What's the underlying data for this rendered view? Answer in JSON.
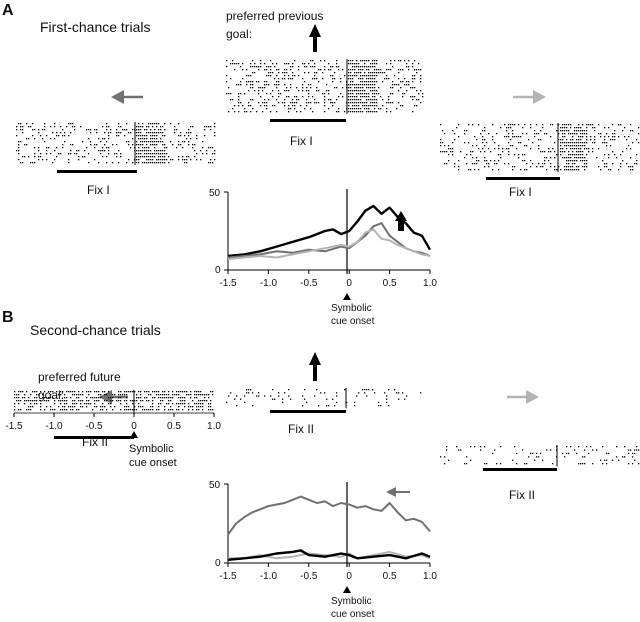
{
  "panel_a": {
    "letter": "A",
    "title": "First-chance trials",
    "center_goal_label": [
      "preferred previous",
      "goal:"
    ],
    "fix_labels": [
      "Fix I",
      "Fix I",
      "Fix I"
    ],
    "psth": {
      "ytick_top": "50",
      "ytick_bottom": "0",
      "xticks": [
        "-1.5",
        "-1.0",
        "-0.5",
        "0",
        "0.5",
        "1.0"
      ],
      "cue_label": [
        "Symbolic",
        "cue onset"
      ]
    }
  },
  "panel_b": {
    "letter": "B",
    "title": "Second-chance trials",
    "left_goal_label": [
      "preferred future",
      "goal:"
    ],
    "fix_labels": [
      "Fix II",
      "Fix II",
      "Fix II"
    ],
    "left_axis": {
      "xticks": [
        "-1.5",
        "-1.0",
        "-0.5",
        "0",
        "0.5",
        "1.0"
      ],
      "cue_label": [
        "Symbolic",
        "cue onset"
      ]
    },
    "psth": {
      "ytick_top": "50",
      "ytick_bottom": "0",
      "xticks": [
        "-1.5",
        "-1.0",
        "-0.5",
        "0",
        "0.5",
        "1.0"
      ],
      "cue_label": [
        "Symbolic",
        "cue onset"
      ]
    }
  },
  "colors": {
    "up": "#000000",
    "left": "#707070",
    "right": "#b4b4b4"
  },
  "icons": [
    "arrow-up-icon",
    "arrow-left-icon",
    "arrow-right-icon",
    "cue-triangle-icon"
  ],
  "chart_data": [
    {
      "type": "line",
      "title": "",
      "xlabel": "",
      "ylabel": "",
      "xlim": [
        -1.5,
        1.0
      ],
      "ylim": [
        0,
        50
      ],
      "series": [
        {
          "color": "#000000",
          "x": [
            -1.5,
            -1.3,
            -1.1,
            -0.9,
            -0.7,
            -0.5,
            -0.3,
            -0.2,
            -0.1,
            0.0,
            0.1,
            0.2,
            0.3,
            0.4,
            0.5,
            0.6,
            0.7,
            0.8,
            0.9,
            1.0
          ],
          "y": [
            9,
            10,
            12,
            15,
            18,
            21,
            25,
            26,
            23,
            25,
            31,
            38,
            41,
            36,
            40,
            34,
            30,
            24,
            22,
            13
          ]
        },
        {
          "color": "#707070",
          "x": [
            -1.5,
            -1.3,
            -1.1,
            -0.9,
            -0.7,
            -0.5,
            -0.3,
            -0.1,
            0.0,
            0.1,
            0.2,
            0.3,
            0.4,
            0.5,
            0.6,
            0.7,
            0.8,
            0.9,
            1.0
          ],
          "y": [
            8,
            9,
            10,
            12,
            11,
            13,
            12,
            15,
            14,
            18,
            22,
            28,
            30,
            22,
            18,
            14,
            12,
            11,
            9
          ]
        },
        {
          "color": "#b4b4b4",
          "x": [
            -1.5,
            -1.3,
            -1.1,
            -0.9,
            -0.7,
            -0.5,
            -0.3,
            -0.1,
            0.0,
            0.1,
            0.2,
            0.3,
            0.4,
            0.5,
            0.6,
            0.7,
            0.8,
            0.9,
            1.0
          ],
          "y": [
            7,
            8,
            9,
            8,
            10,
            12,
            14,
            16,
            15,
            18,
            24,
            26,
            20,
            19,
            16,
            14,
            12,
            10,
            9
          ]
        }
      ]
    },
    {
      "type": "line",
      "title": "",
      "xlabel": "",
      "ylabel": "",
      "xlim": [
        -1.5,
        1.0
      ],
      "ylim": [
        0,
        50
      ],
      "series": [
        {
          "color": "#707070",
          "x": [
            -1.5,
            -1.4,
            -1.3,
            -1.2,
            -1.1,
            -1.0,
            -0.9,
            -0.8,
            -0.7,
            -0.6,
            -0.5,
            -0.4,
            -0.3,
            -0.2,
            -0.1,
            0.0,
            0.1,
            0.2,
            0.3,
            0.4,
            0.5,
            0.6,
            0.7,
            0.8,
            0.9,
            1.0
          ],
          "y": [
            18,
            25,
            29,
            32,
            34,
            36,
            37,
            38,
            40,
            42,
            40,
            38,
            39,
            36,
            38,
            37,
            35,
            36,
            34,
            33,
            38,
            32,
            27,
            28,
            26,
            20
          ]
        },
        {
          "color": "#b4b4b4",
          "x": [
            -1.5,
            -1.3,
            -1.1,
            -0.9,
            -0.7,
            -0.5,
            -0.3,
            -0.1,
            0.0,
            0.1,
            0.3,
            0.5,
            0.7,
            0.9,
            1.0
          ],
          "y": [
            3,
            3,
            5,
            3,
            4,
            6,
            5,
            4,
            6,
            3,
            5,
            7,
            4,
            5,
            3
          ]
        },
        {
          "color": "#000000",
          "x": [
            -1.5,
            -1.3,
            -1.1,
            -0.9,
            -0.7,
            -0.6,
            -0.5,
            -0.3,
            -0.1,
            0.0,
            0.1,
            0.3,
            0.5,
            0.7,
            0.9,
            1.0
          ],
          "y": [
            2,
            3,
            4,
            6,
            7,
            8,
            5,
            4,
            6,
            5,
            3,
            4,
            5,
            3,
            6,
            4
          ]
        }
      ]
    }
  ]
}
